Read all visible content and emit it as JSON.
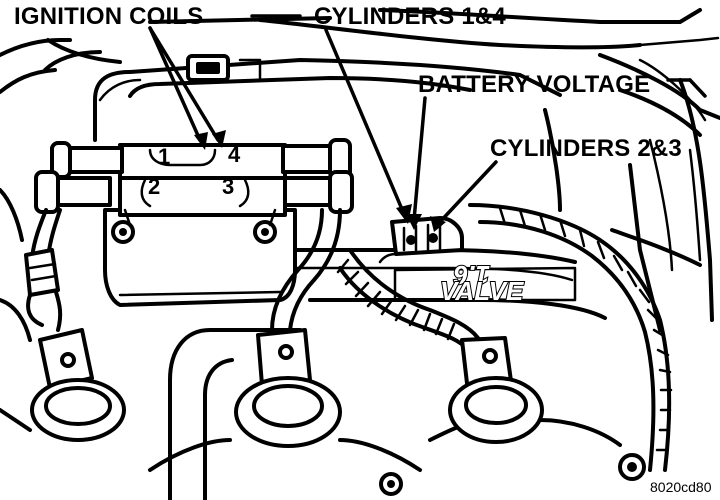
{
  "callouts": {
    "ignition_coils": "IGNITION COILS",
    "cylinders_1_4": "CYLINDERS 1&4",
    "battery_voltage": "BATTERY VOLTAGE",
    "cylinders_2_3": "CYLINDERS 2&3"
  },
  "terminal_numbers": [
    "1",
    "4",
    "2",
    "3"
  ],
  "engraving": {
    "displacement": "1.6",
    "valve": "VALVE"
  },
  "figure_id": "8020cd80"
}
